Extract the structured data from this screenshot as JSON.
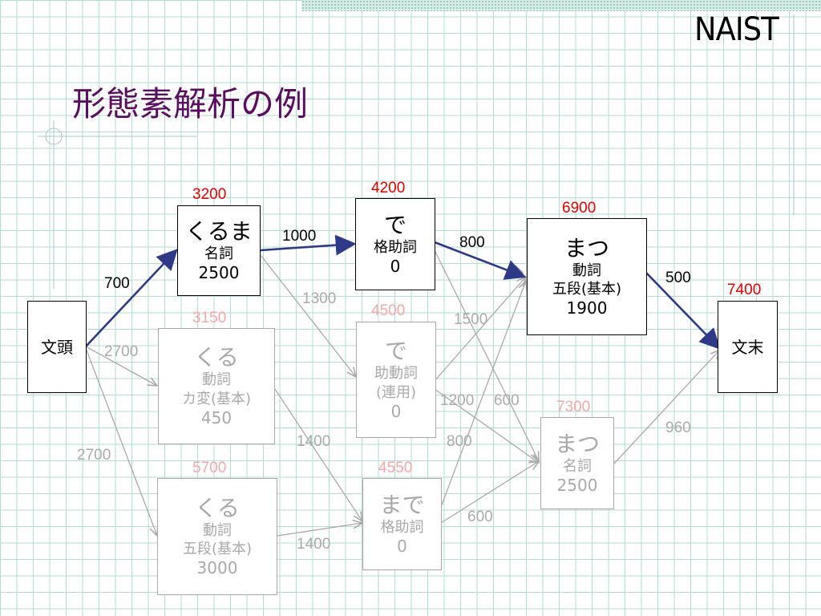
{
  "logo": "NAIST",
  "title": "形態素解析の例",
  "nodes": {
    "bos": {
      "surface": "文頭"
    },
    "eos": {
      "surface": "文末"
    },
    "kuruma": {
      "surface": "くるま",
      "pos": "名詞",
      "cost": "2500",
      "score": "3200"
    },
    "kuru_kahen": {
      "surface": "くる",
      "pos": "動詞",
      "conj": "カ変(基本)",
      "cost": "450",
      "score": "3150"
    },
    "kuru_godan": {
      "surface": "くる",
      "pos": "動詞",
      "conj": "五段(基本)",
      "cost": "3000",
      "score": "5700"
    },
    "de_kaku": {
      "surface": "で",
      "pos": "格助詞",
      "cost": "0",
      "score": "4200"
    },
    "de_jodou": {
      "surface": "で",
      "pos": "助動詞",
      "conj": "(連用)",
      "cost": "0",
      "score": "4500"
    },
    "made": {
      "surface": "まで",
      "pos": "格助詞",
      "cost": "0",
      "score": "4550"
    },
    "matsu_verb": {
      "surface": "まつ",
      "pos": "動詞",
      "conj": "五段(基本)",
      "cost": "1900",
      "score": "6900"
    },
    "matsu_noun": {
      "surface": "まつ",
      "pos": "名詞",
      "cost": "2500",
      "score": "7300"
    },
    "eos_score": "7400"
  },
  "edges": {
    "bos_kuruma": "700",
    "bos_kuru_kahen": "2700",
    "bos_kuru_godan": "2700",
    "kuruma_de": "1000",
    "kuruma_de2": "1300",
    "kuru_kahen_made": "1400",
    "kuru_godan_made": "1400",
    "de_matsu": "800",
    "de2_matsu": "1500",
    "de2_matsu_noun_a": "1200",
    "de2_matsu_noun_b": "600",
    "de2_matsu_noun_c": "800",
    "made_matsu_noun": "600",
    "matsu_eos": "500",
    "matsu_noun_eos": "960"
  },
  "colors": {
    "title": "#5a0f5e",
    "best_path": "#2e3a87",
    "other_path": "#a9a9a9",
    "score": "#e00000",
    "score_pale": "#f4a8a8",
    "grid": "#b4dcd2"
  }
}
